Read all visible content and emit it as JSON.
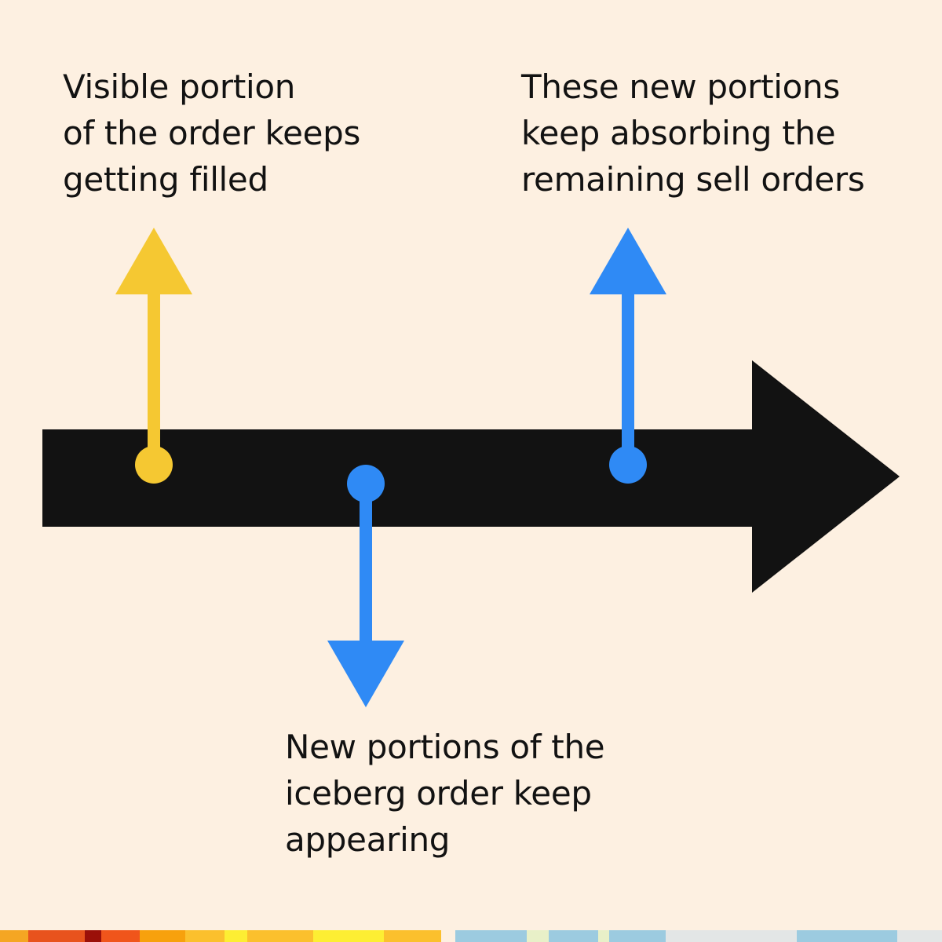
{
  "colors": {
    "background": "#fdf0e1",
    "timeline_arrow": "#121212",
    "visible_fill_marker": "#f5c832",
    "new_portion_marker": "#2f8af5",
    "text": "#121212"
  },
  "annotations": {
    "visible_portion": {
      "lines": [
        "Visible portion",
        "of the order keeps",
        "getting filled"
      ],
      "direction": "up",
      "color": "#f5c832"
    },
    "new_portions_appearing": {
      "lines": [
        "New portions of the",
        "iceberg order keep",
        "appearing"
      ],
      "direction": "down",
      "color": "#2f8af5"
    },
    "absorbing_sell_orders": {
      "lines": [
        "These new portions",
        "keep absorbing the",
        "remaining sell orders"
      ],
      "direction": "up",
      "color": "#2f8af5"
    }
  },
  "footer_strip": {
    "colors": [
      "#f5a623",
      "#e8531d",
      "#9b1009",
      "#f0551b",
      "#f7a10d",
      "#fbc02d",
      "#fdee33",
      "#fbc02d",
      "#fdee33",
      "#fbc02d",
      "#fdf0e1",
      "#9ccbe0",
      "#e8f0c8",
      "#9ccbe0",
      "#e8f0c8",
      "#9ccbe0",
      "#e3e6e6",
      "#9ccbe0",
      "#e3e6e6"
    ]
  }
}
